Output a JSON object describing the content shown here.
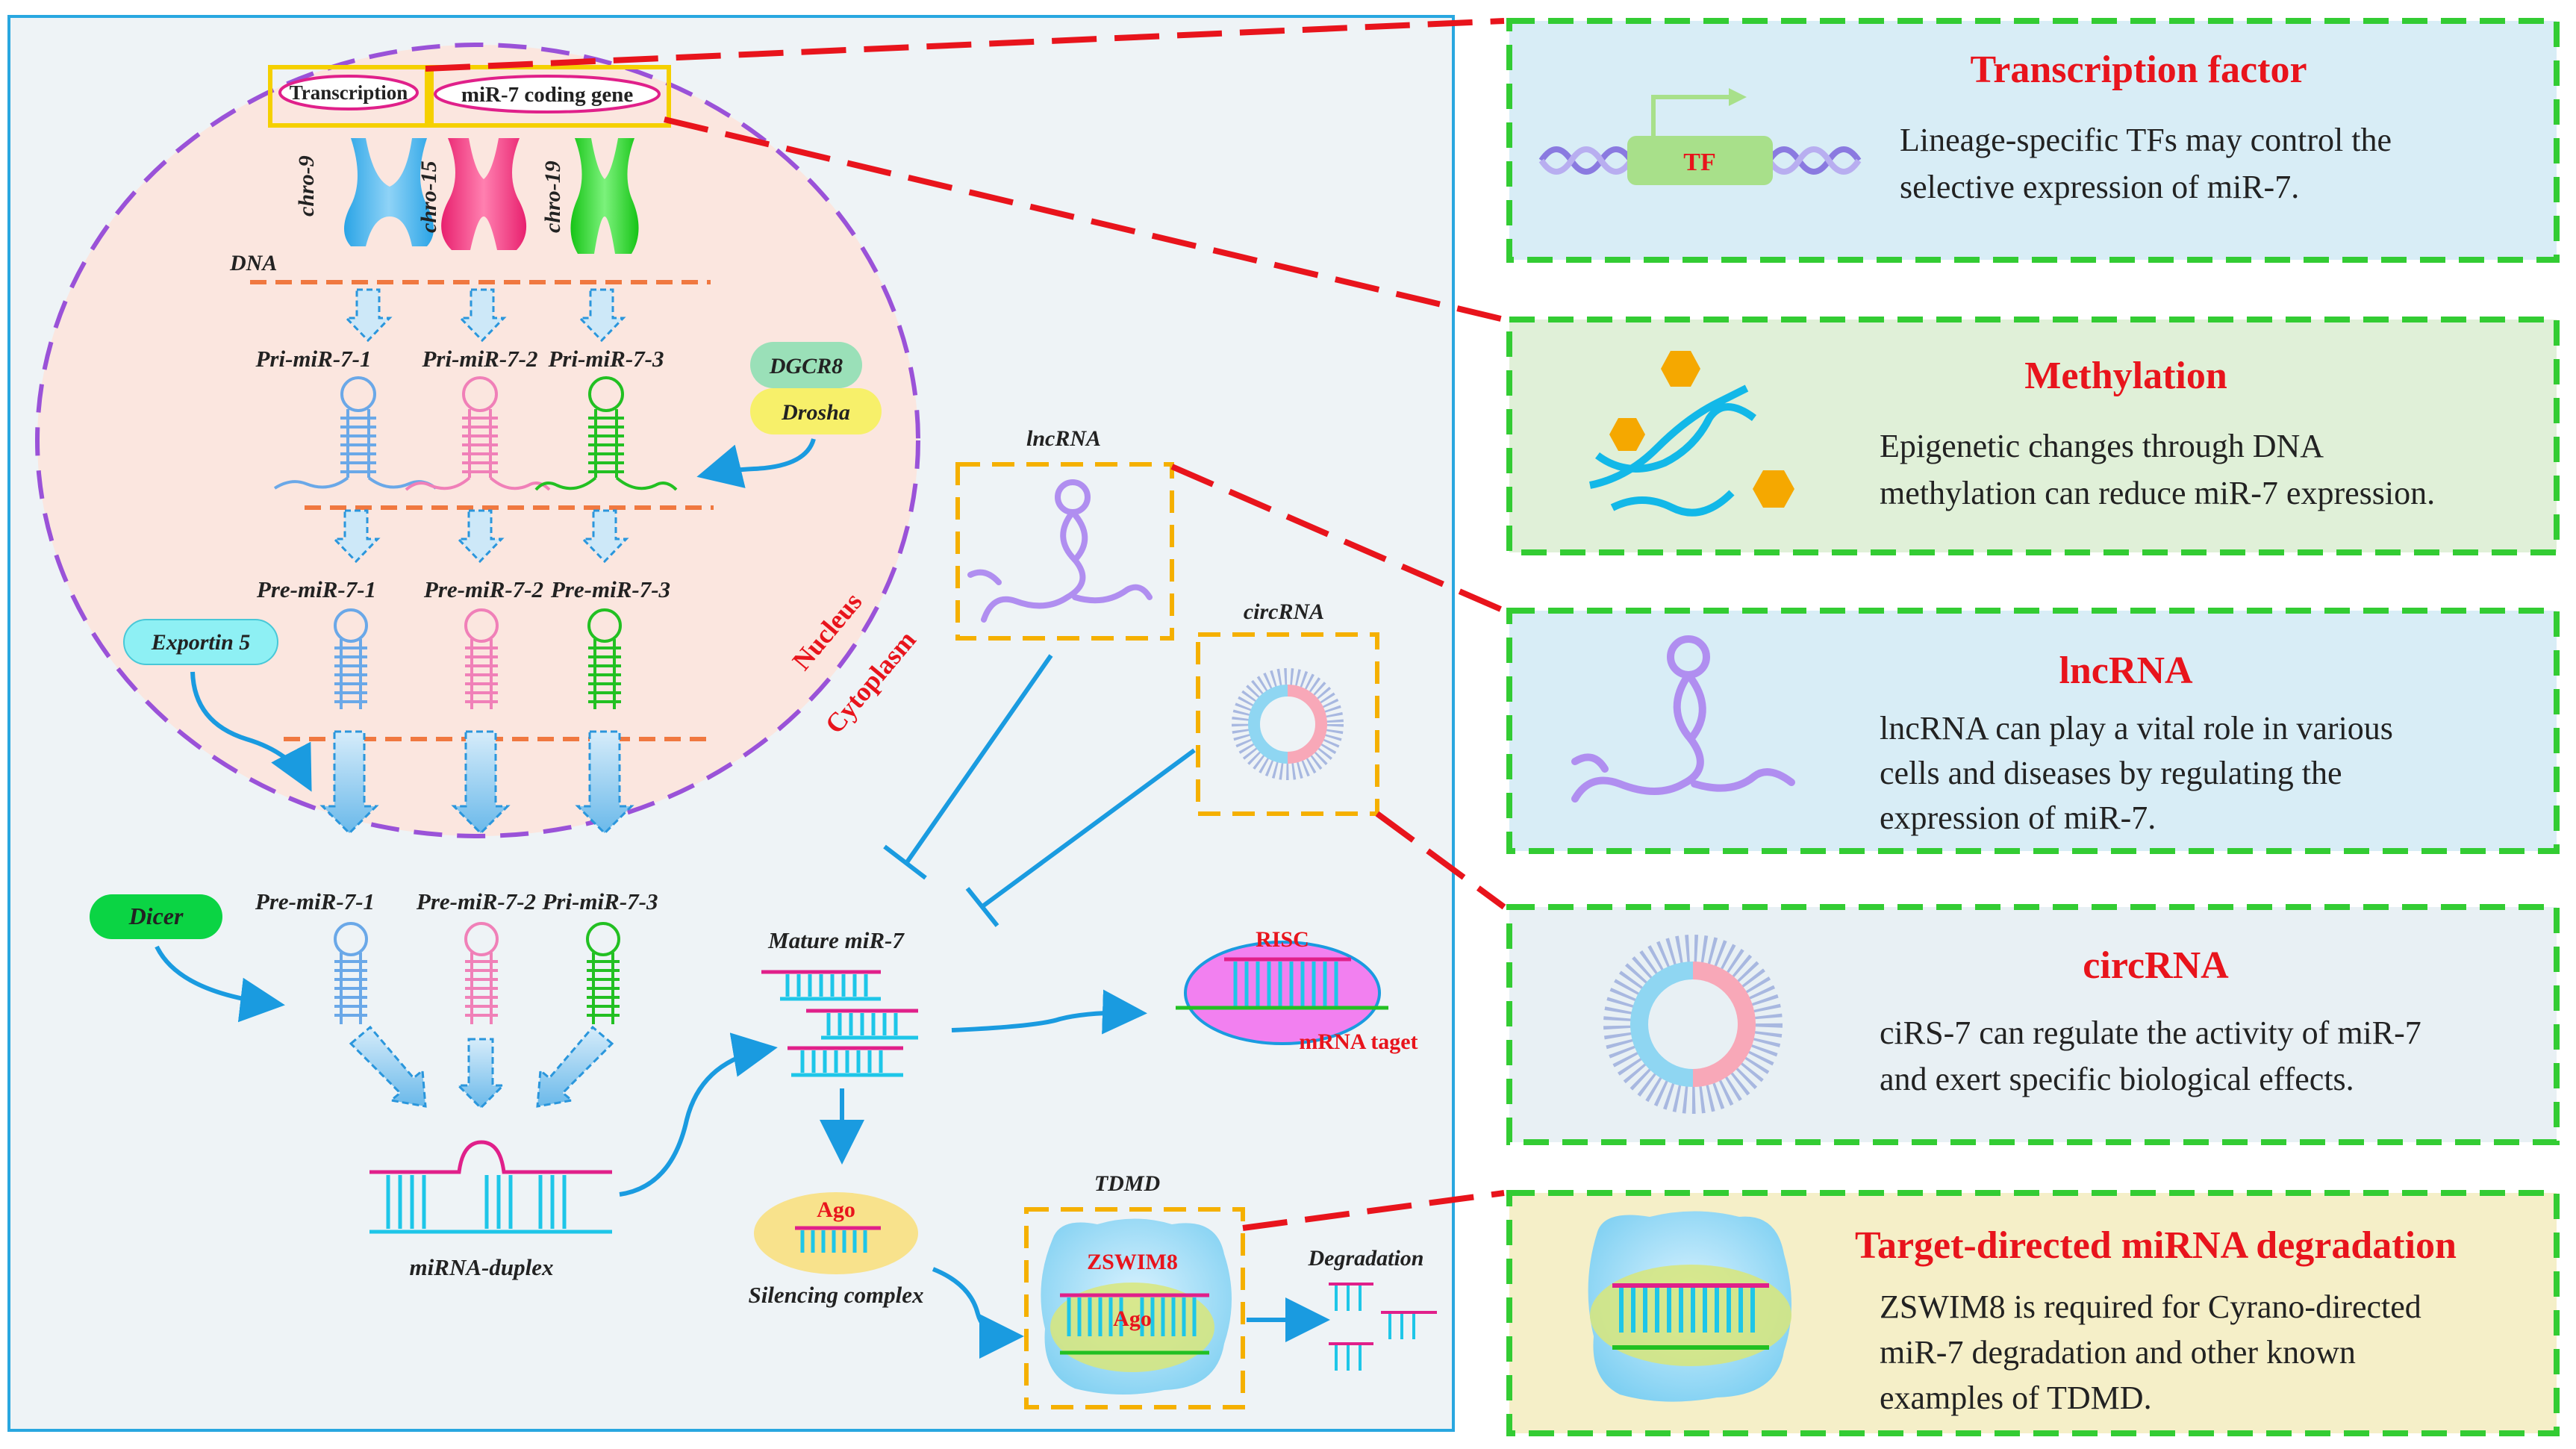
{
  "nucleus": {
    "transcription": "Transcription",
    "coding_gene": "miR-7 coding gene",
    "chromosomes": [
      "chro-9",
      "chro-15",
      "chro-19"
    ],
    "dna": "DNA",
    "pri_labels": [
      "Pri-miR-7-1",
      "Pri-miR-7-2",
      "Pri-miR-7-3"
    ],
    "dgcr8": "DGCR8",
    "drosha": "Drosha",
    "pre_labels": [
      "Pre-miR-7-1",
      "Pre-miR-7-2",
      "Pre-miR-7-3"
    ],
    "exportin": "Exportin 5",
    "nucleus_label": "Nucleus",
    "cytoplasm_label": "Cytoplasm"
  },
  "cytoplasm": {
    "dicer": "Dicer",
    "lower_labels": [
      "Pre-miR-7-1",
      "Pre-miR-7-2",
      "Pri-miR-7-3"
    ],
    "duplex": "miRNA-duplex",
    "mature": "Mature miR-7",
    "lncrna": "lncRNA",
    "circrna": "circRNA",
    "risc": "RISC",
    "mrna_target": "mRNA taget",
    "ago": "Ago",
    "silencing": "Silencing complex",
    "tdmd": "TDMD",
    "zswim8": "ZSWIM8",
    "degradation": "Degradation"
  },
  "panels": [
    {
      "title": "Transcription factor",
      "icon_label": "TF",
      "body": [
        "Lineage-specific TFs may control the",
        "selective expression of miR-7."
      ]
    },
    {
      "title": "Methylation",
      "body": [
        "Epigenetic changes through DNA",
        "methylation can reduce miR-7 expression."
      ]
    },
    {
      "title": "lncRNA",
      "body": [
        "lncRNA can play a vital role in various",
        "cells and diseases by regulating the",
        "expression of miR-7."
      ]
    },
    {
      "title": "circRNA",
      "body": [
        "ciRS-7 can regulate the activity of miR-7",
        "and exert specific biological effects."
      ]
    },
    {
      "title": "Target-directed miRNA degradation",
      "body": [
        "ZSWIM8 is required for Cyrano-directed",
        "miR-7 degradation and other known",
        "examples of TDMD."
      ]
    }
  ],
  "colors": {
    "red": "#e8141c",
    "blue": "#1a9be0",
    "pink": "#ef3c8c",
    "green": "#22cc22",
    "orange_dash": "#f07840",
    "panel_border": "#33cc33",
    "yellow_dash": "#f5b800"
  }
}
